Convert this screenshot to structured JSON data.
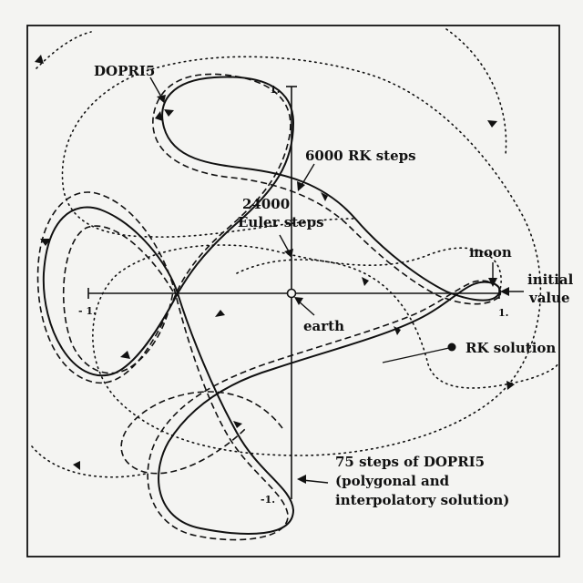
{
  "labels": {
    "dopri5_top": "DOPRI5",
    "rk6000": "6000 RK steps",
    "euler_line1": "24000",
    "euler_line2": "Euler steps",
    "moon": "moon",
    "initial_line1": "initial",
    "initial_line2": "value",
    "earth": "earth",
    "rk_solution": "RK solution",
    "dopri75_line1": "75 steps of DOPRI5",
    "dopri75_line2": "(polygonal and",
    "dopri75_line3": "interpolatory solution)"
  },
  "ticks": {
    "y_top": "1.",
    "x_left": "- 1.",
    "x_right": "1.",
    "y_bottom": "-1."
  },
  "legend_styles": {
    "dopri5": "solid",
    "rk_6000": "dashed",
    "euler_24000": "dotted"
  }
}
